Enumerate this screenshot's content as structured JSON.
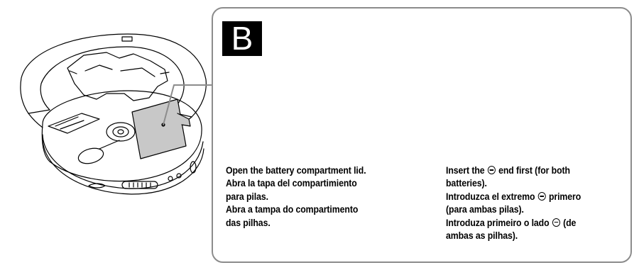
{
  "figure": {
    "label": "B",
    "step1_caption": [
      "Open the battery compartment lid.",
      "Abra la tapa del compartimiento",
      "para pilas.",
      "Abra a tampa do compartimento",
      "das pilhas."
    ],
    "step2_caption": {
      "line1_pre": "Insert the ",
      "line1_post": " end first (for both",
      "line2": "batteries).",
      "line3_pre": "Introduzca el extremo ",
      "line3_post": " primero",
      "line4": "(para ambas pilas).",
      "line5_pre": "Introduza primeiro o lado ",
      "line5_post": " (de",
      "line6": "ambas as pilhas)."
    },
    "icons": [
      "minus-terminal-icon",
      "plus-terminal-icon",
      "open-arrow-icon",
      "insert-arrow-icon"
    ]
  }
}
